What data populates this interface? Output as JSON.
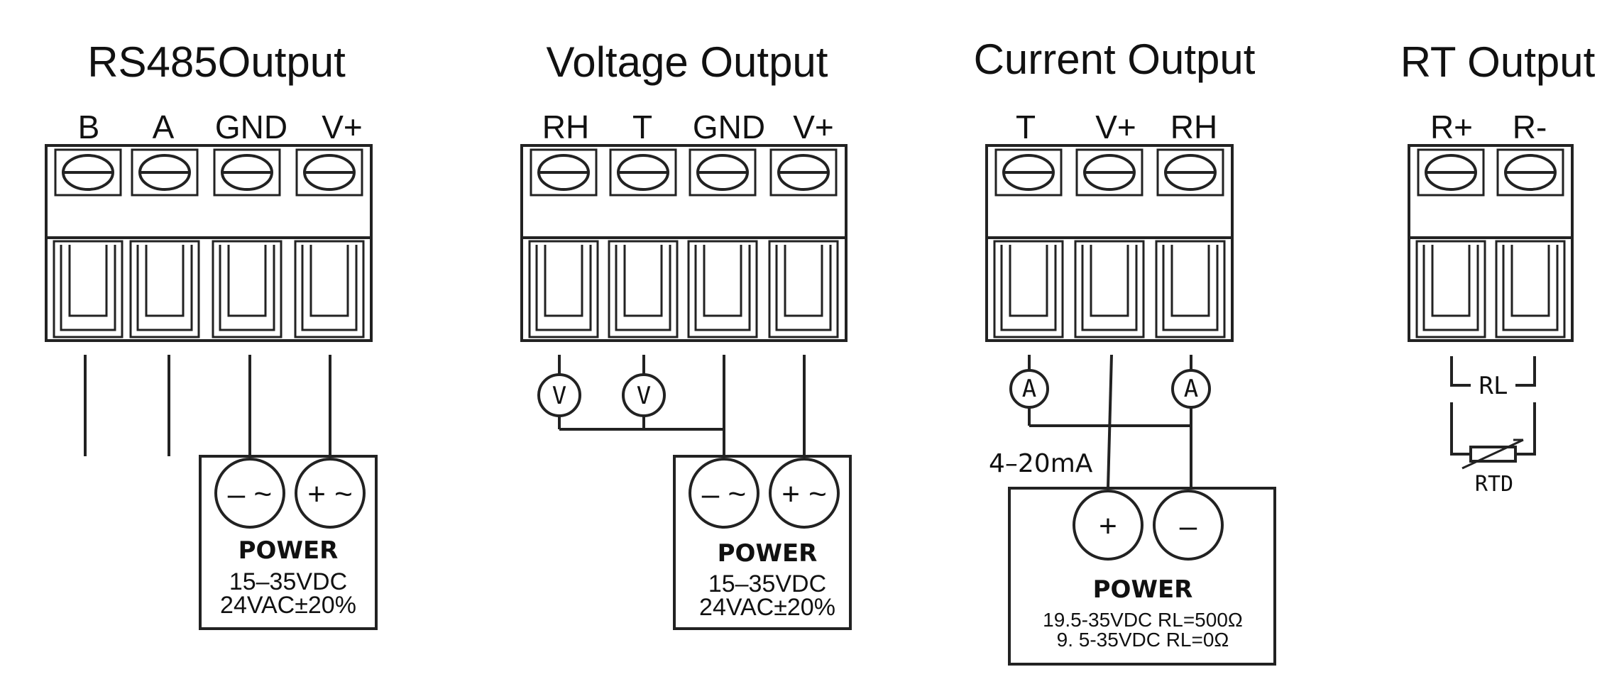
{
  "blocks": [
    {
      "title": "RS485Output",
      "terminals": [
        "B",
        "A",
        "GND",
        "V+"
      ],
      "power": {
        "left": "– ~",
        "right": "+ ~",
        "title": "POWER",
        "lines": [
          "15–35VDC",
          "24VAC±20%"
        ]
      }
    },
    {
      "title": "Voltage Output",
      "terminals": [
        "RH",
        "T",
        "GND",
        "V+"
      ],
      "meters": [
        "V",
        "V"
      ],
      "power": {
        "left": "– ~",
        "right": "+ ~",
        "title": "POWER",
        "lines": [
          "15–35VDC",
          "24VAC±20%"
        ]
      }
    },
    {
      "title": "Current Output",
      "terminals": [
        "T",
        "V+",
        "RH"
      ],
      "meters": [
        "A",
        "A"
      ],
      "signal_label": "4–20mA",
      "power": {
        "left": "+",
        "right": "–",
        "title": "POWER",
        "lines": [
          "19.5-35VDC RL=500Ω",
          "9. 5-35VDC RL=0Ω"
        ]
      }
    },
    {
      "title": "RT Output",
      "terminals": [
        "R+",
        "R-"
      ],
      "load_label": "RL",
      "sensor_label": "RTD"
    }
  ]
}
